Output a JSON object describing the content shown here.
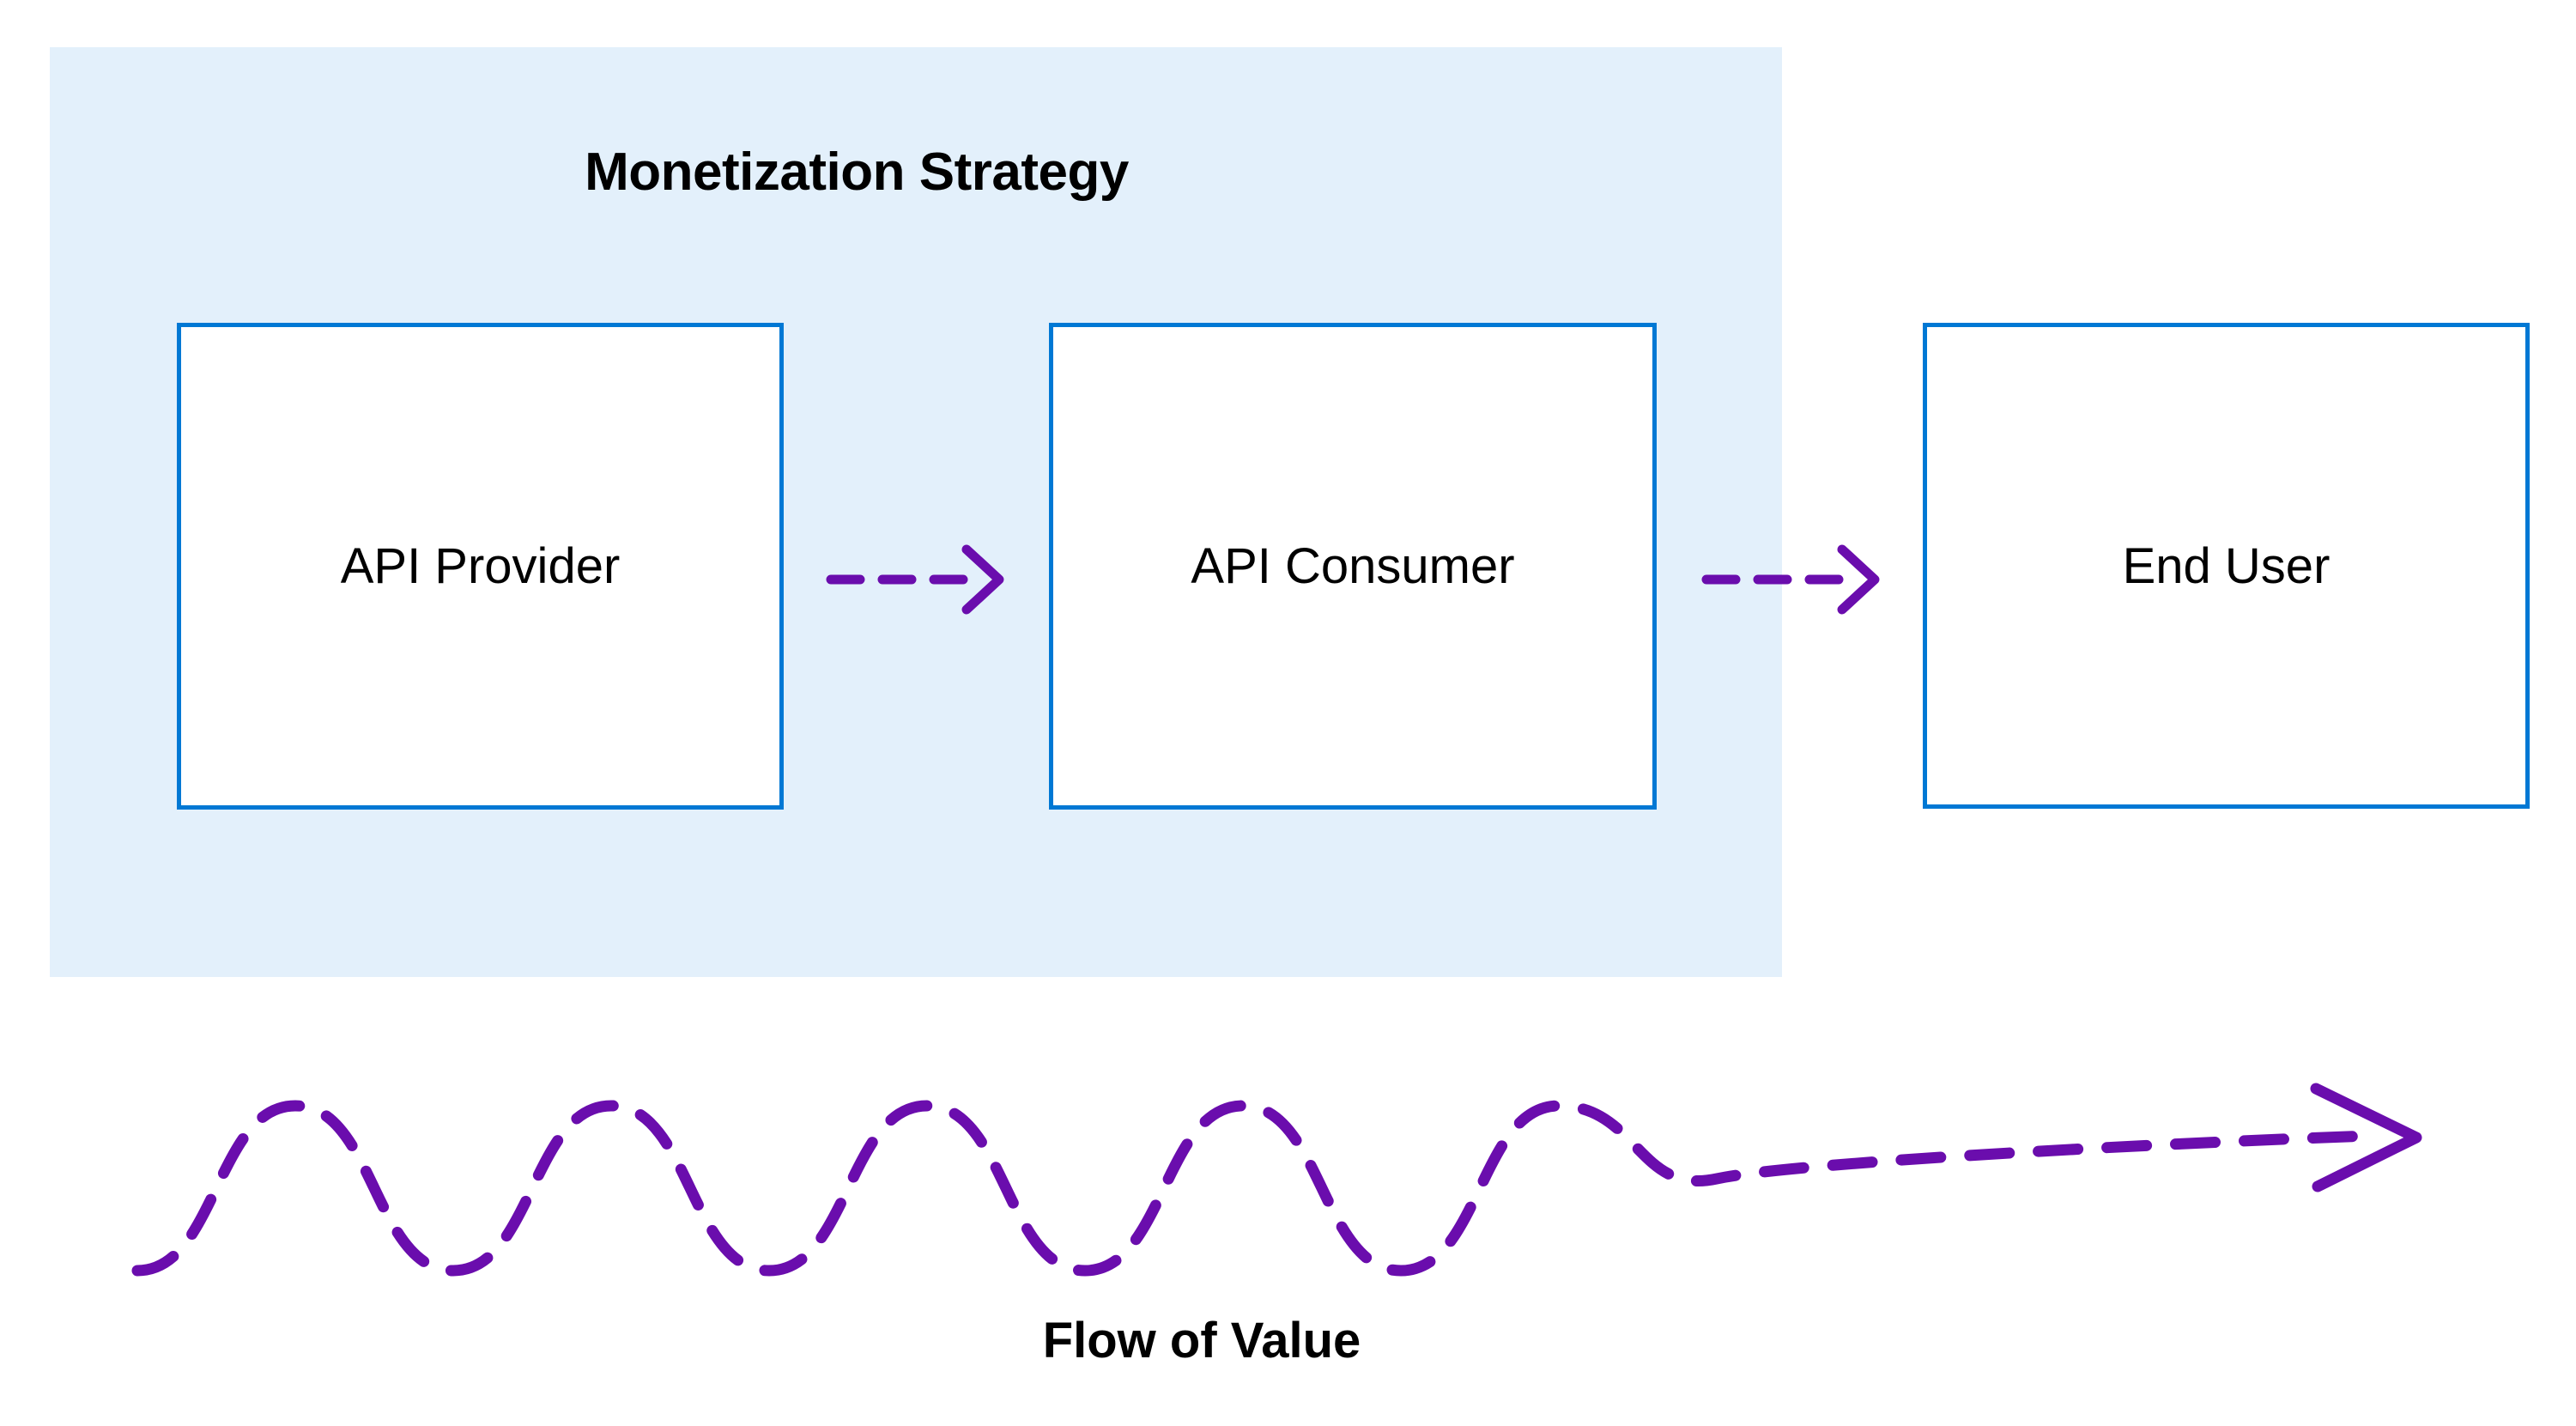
{
  "diagram": {
    "title": "Monetization Strategy",
    "panel": {
      "label": "Monetization Strategy",
      "fill_color": "#e3f0fb"
    },
    "nodes": [
      {
        "id": "api-provider",
        "label": "API Provider",
        "border_color": "#0078d4",
        "fill_color": "#ffffff"
      },
      {
        "id": "api-consumer",
        "label": "API Consumer",
        "border_color": "#0078d4",
        "fill_color": "#ffffff"
      },
      {
        "id": "end-user",
        "label": "End User",
        "border_color": "#0078d4",
        "fill_color": "#ffffff"
      }
    ],
    "connectors": [
      {
        "id": "provider-to-consumer",
        "from": "api-provider",
        "to": "api-consumer",
        "style": "dashed",
        "color": "#6a0dad",
        "arrowhead": "open-v"
      },
      {
        "id": "consumer-to-enduser",
        "from": "api-consumer",
        "to": "end-user",
        "style": "dashed",
        "color": "#6a0dad",
        "arrowhead": "open-v"
      }
    ],
    "flow": {
      "caption": "Flow of Value",
      "style": "dashed-wave",
      "color": "#6a0dad",
      "arrowhead": "open-v",
      "direction": "left-to-right"
    },
    "colors": {
      "accent_blue": "#0078d4",
      "panel_blue": "#e3f0fb",
      "flow_purple": "#6a0dad",
      "text": "#000000",
      "background": "#ffffff"
    }
  }
}
